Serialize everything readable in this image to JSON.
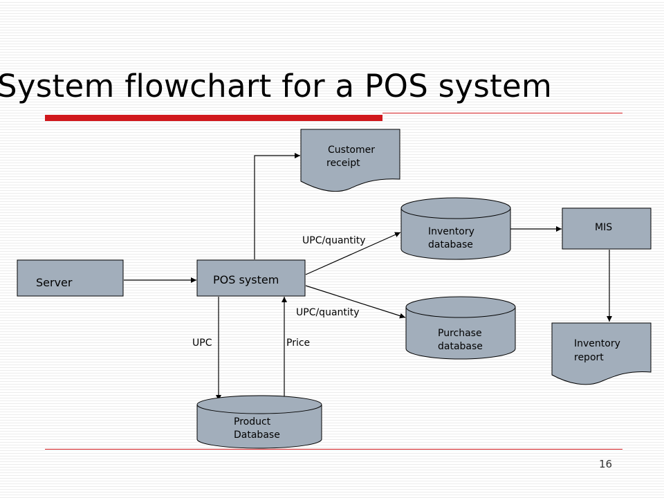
{
  "slide": {
    "title": "System flowchart for a POS system",
    "page_number": "16"
  },
  "colors": {
    "accent": "#d0181c",
    "shape_fill": "#a2aebb"
  },
  "nodes": {
    "server": {
      "label": "Server",
      "shape": "process"
    },
    "pos_system": {
      "label": "POS system",
      "shape": "process"
    },
    "customer_receipt": {
      "line1": "Customer",
      "line2": "receipt",
      "shape": "document"
    },
    "inventory_database": {
      "line1": "Inventory",
      "line2": "database",
      "shape": "database"
    },
    "purchase_database": {
      "line1": "Purchase",
      "line2": "database",
      "shape": "database"
    },
    "product_database": {
      "line1": "Product",
      "line2": "Database",
      "shape": "database"
    },
    "mis": {
      "label": "MIS",
      "shape": "process"
    },
    "inventory_report": {
      "line1": "Inventory",
      "line2": "report",
      "shape": "document"
    }
  },
  "edges": {
    "pos_to_inventory": "UPC/quantity",
    "pos_to_purchase": "UPC/quantity",
    "pos_to_product": "UPC",
    "product_to_pos": "Price"
  }
}
